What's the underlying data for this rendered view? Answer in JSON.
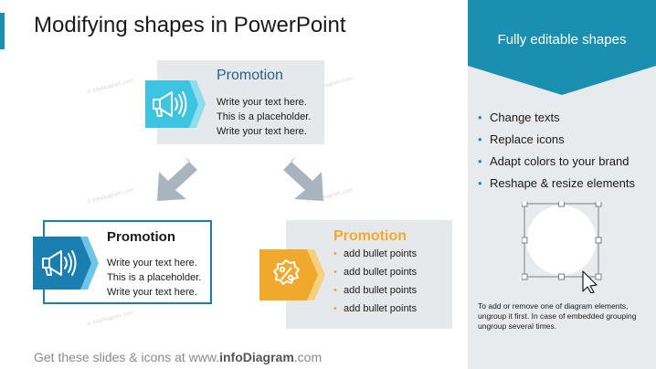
{
  "slide": {
    "title": "Modifying shapes in PowerPoint",
    "footer_prefix": "Get these slides & icons at www.",
    "footer_brand": "infoDiagram",
    "footer_suffix": ".com"
  },
  "panel": {
    "title": "Fully editable shapes",
    "items": [
      "Change texts",
      "Replace icons",
      "Adapt colors to your brand",
      "Reshape & resize elements"
    ],
    "note": "To add or remove one of diagram elements, ungroup it first. In case of embedded grouping ungroup several times."
  },
  "box_top": {
    "heading": "Promotion",
    "line1": "Write your text here.",
    "line2": "This is a placeholder.",
    "line3": "Write your text here.",
    "icon": "megaphone-icon"
  },
  "box_left": {
    "heading": "Promotion",
    "line1": "Write your text here.",
    "line2": "This is a placeholder.",
    "line3": "Write your text here.",
    "icon": "megaphone-icon"
  },
  "box_right": {
    "heading": "Promotion",
    "bullets": [
      "add bullet points",
      "add bullet points",
      "add bullet points",
      "add bullet points"
    ],
    "icon": "percent-badge-icon"
  },
  "watermark": "© infoDiagram.com",
  "colors": {
    "panel_header": "#1a8fb0",
    "blue_heading": "#2a5d8a",
    "orange_accent": "#f0a92c",
    "box_fill": "#e6e9ec",
    "icon_light_blue": "#3cc4e0",
    "icon_dark_blue": "#1a7fb0",
    "arrow": "#a9b4bf"
  }
}
